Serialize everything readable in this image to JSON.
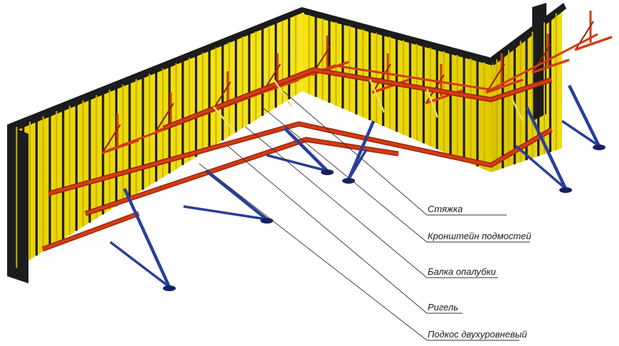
{
  "labels": {
    "tie": "Стяжка",
    "bracket": "Кронштейн подмостей",
    "beam": "Балка опалубки",
    "waler": "Ригель",
    "brace": "Подкос двухуровневый"
  },
  "colors": {
    "panel_yellow": "#f2dd12",
    "panel_shadow": "#c7b300",
    "frame_black": "#1c1c1c",
    "waler_red": "#d33a12",
    "waler_dark": "#8f2108",
    "brace_blue": "#2a3e9a",
    "brace_dark": "#16225e",
    "tie_yellow": "#e8e06a",
    "leader_line": "#333333"
  }
}
